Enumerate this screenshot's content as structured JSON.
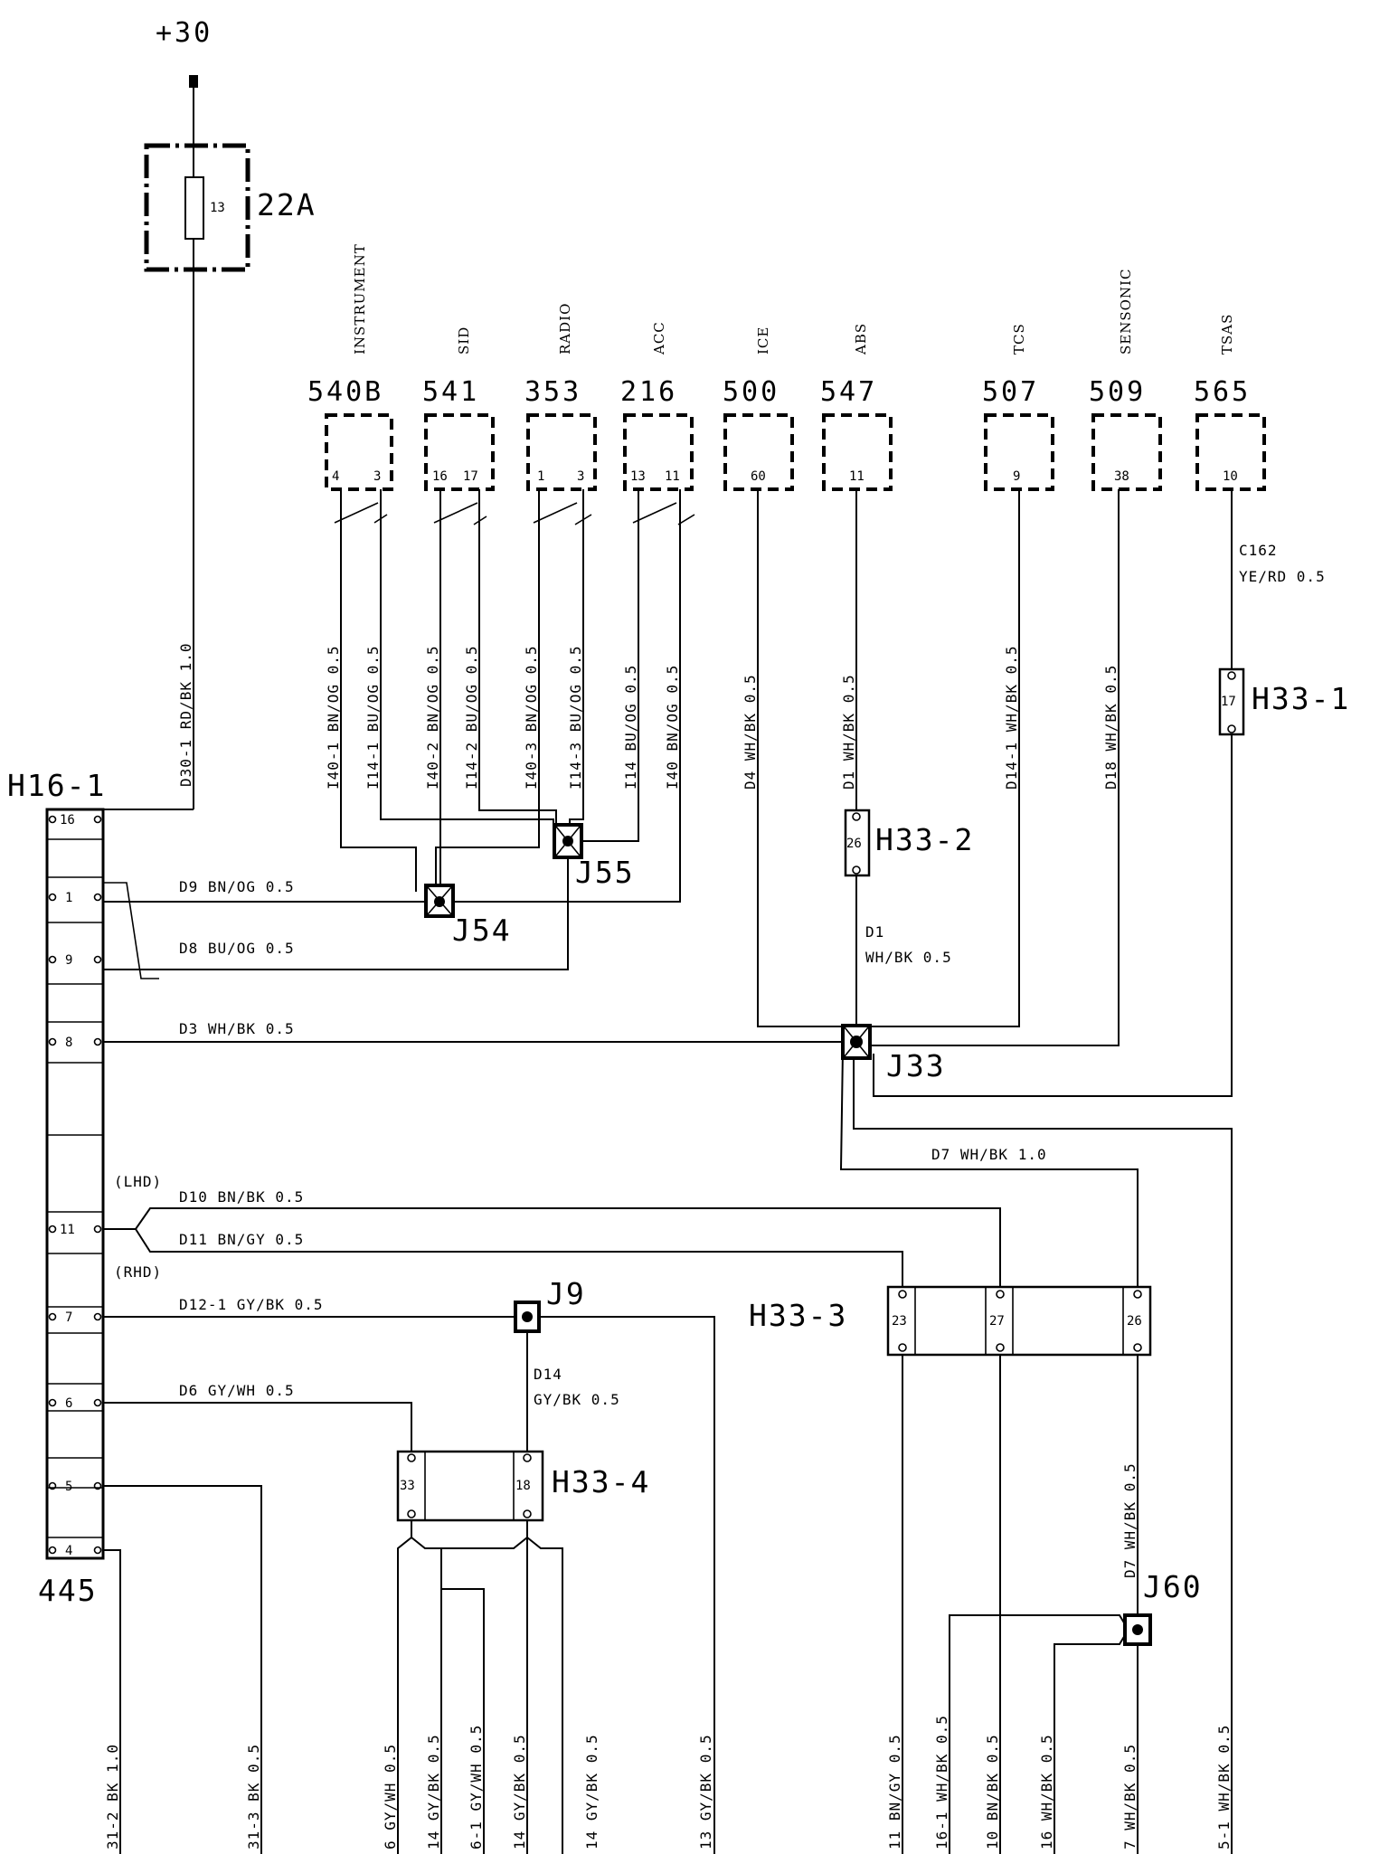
{
  "supply": {
    "terminal": "+30"
  },
  "fuse": {
    "number": "13",
    "rating": "22A"
  },
  "main_wire": {
    "label": "D30-1 RD/BK 1.0"
  },
  "connector_h16": {
    "name": "H16-1",
    "ground_ref": "445",
    "pins": [
      "16",
      "1",
      "9",
      "8",
      "11",
      "7",
      "6",
      "5",
      "4"
    ]
  },
  "modules": [
    {
      "num": "540B",
      "name": "INSTRUMENT",
      "pins": [
        "4",
        "3"
      ]
    },
    {
      "num": "541",
      "name": "SID",
      "pins": [
        "16",
        "17"
      ]
    },
    {
      "num": "353",
      "name": "RADIO",
      "pins": [
        "1",
        "3"
      ]
    },
    {
      "num": "216",
      "name": "ACC",
      "pins": [
        "13",
        "11"
      ]
    },
    {
      "num": "500",
      "name": "ICE",
      "pins": [
        "60"
      ]
    },
    {
      "num": "547",
      "name": "ABS",
      "pins": [
        "11"
      ]
    },
    {
      "num": "507",
      "name": "TCS",
      "pins": [
        "9"
      ]
    },
    {
      "num": "509",
      "name": "SENSONIC",
      "pins": [
        "38"
      ]
    },
    {
      "num": "565",
      "name": "TSAS",
      "pins": [
        "10"
      ]
    }
  ],
  "wires_vertical": {
    "i40_1": "I40-1 BN/OG 0.5",
    "i14_1": "I14-1 BU/OG 0.5",
    "i40_2": "I40-2 BN/OG 0.5",
    "i14_2": "I14-2 BU/OG 0.5",
    "i40_3": "I40-3 BN/OG 0.5",
    "i14_3": "I14-3 BU/OG 0.5",
    "i14": "I14 BU/OG 0.5",
    "i40": "I40 BN/OG 0.5",
    "d4": "D4 WH/BK 0.5",
    "d1": "D1 WH/BK 0.5",
    "d14_1": "D14-1 WH/BK 0.5",
    "d18": "D18 WH/BK 0.5",
    "c162_a": "C162",
    "c162_b": "YE/RD 0.5",
    "d1b_a": "D1",
    "d1b_b": "WH/BK 0.5",
    "d14_a": "D14",
    "d14_b": "GY/BK 0.5",
    "d7v": "D7 WH/BK 0.5"
  },
  "wires_horizontal": {
    "d9": "D9 BN/OG 0.5",
    "d8": "D8 BU/OG 0.5",
    "d3": "D3 WH/BK 0.5",
    "d7": "D7 WH/BK 1.0",
    "lhd": "(LHD)",
    "rhd": "(RHD)",
    "d10": "D10 BN/BK 0.5",
    "d11": "D11 BN/GY 0.5",
    "d12_1": "D12-1 GY/BK 0.5",
    "d6": "D6 GY/WH 0.5"
  },
  "junctions": {
    "j54": "J54",
    "j55": "J55",
    "j33": "J33",
    "j9": "J9",
    "j60": "J60"
  },
  "connectors": {
    "h33_1": {
      "name": "H33-1",
      "pin": "17"
    },
    "h33_2": {
      "name": "H33-2",
      "pin": "26"
    },
    "h33_3": {
      "name": "H33-3",
      "pins": [
        "23",
        "27",
        "26"
      ]
    },
    "h33_4": {
      "name": "H33-4",
      "pins": [
        "33",
        "18"
      ]
    }
  },
  "bottom_wires": [
    "31-2 BK 1.0",
    "31-3 BK 0.5",
    "6 GY/WH 0.5",
    "14 GY/BK 0.5",
    "6-1 GY/WH 0.5",
    "14 GY/BK 0.5",
    "14 GY/BK 0.5",
    "13 GY/BK 0.5",
    "11 BN/GY 0.5",
    "16-1 WH/BK 0.5",
    "10 BN/BK 0.5",
    "16 WH/BK 0.5",
    "7 WH/BK 0.5",
    "5-1 WH/BK 0.5"
  ]
}
